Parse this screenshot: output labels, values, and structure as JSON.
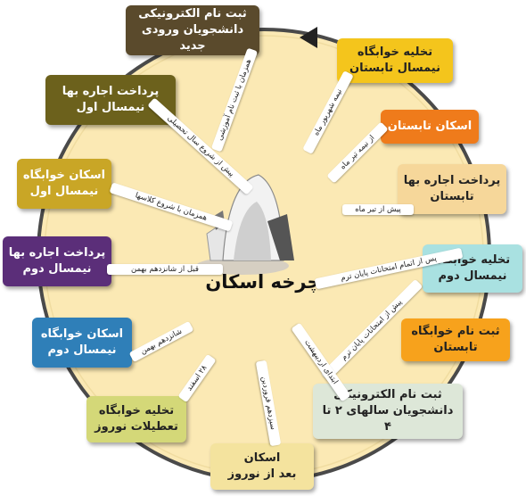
{
  "title": "چرخه اسکان",
  "steps": [
    {
      "label": "ثبت نام الکترونیکی\nدانشجویان ورودی جدید",
      "color": "#5a4a2c",
      "text_color": "#ffffff"
    },
    {
      "label": "تخلیه خوابگاه\nنیمسال تابستان",
      "color": "#f4c51c",
      "text_color": "#222222"
    },
    {
      "label": "اسکان تابستان",
      "color": "#ef7b1b",
      "text_color": "#ffffff"
    },
    {
      "label": "پرداخت اجاره بها\nتابستان",
      "color": "#f6d79a",
      "text_color": "#222222"
    },
    {
      "label": "تخلیه خوابگاه\nنیمسال دوم",
      "color": "#a9e1e1",
      "text_color": "#222222"
    },
    {
      "label": "ثبت نام خوابگاه\nتابستان",
      "color": "#f7a21c",
      "text_color": "#222222"
    },
    {
      "label": "ثبت نام الکترونیکی\nدانشجویان سالهای ۲ تا ۴",
      "color": "#dde7d8",
      "text_color": "#222222"
    },
    {
      "label": "اسکان\nبعد از نوروز",
      "color": "#f4e39e",
      "text_color": "#222222"
    },
    {
      "label": "تخلیه خوابگاه\nتعطیلات نوروز",
      "color": "#d4d878",
      "text_color": "#222222"
    },
    {
      "label": "اسکان خوابگاه\nنیمسال دوم",
      "color": "#2f7fb8",
      "text_color": "#ffffff"
    },
    {
      "label": "پرداخت اجاره بها\nنیمسال دوم",
      "color": "#5b2e79",
      "text_color": "#ffffff"
    },
    {
      "label": "اسکان خوابگاه\nنیمسال اول",
      "color": "#c9a626",
      "text_color": "#ffffff"
    },
    {
      "label": "پرداخت اجاره بها\nنیمسال اول",
      "color": "#6c611c",
      "text_color": "#ffffff"
    }
  ],
  "timings": [
    "همزمان با ثبت نام آموزشی",
    "نیمه شهریور ماه",
    "از نیمه تیر ماه",
    "پیش از تیر ماه",
    "پس از اتمام امتحانات پایان ترم",
    "پیش از امتحانات پایان ترم",
    "ابتدای اردیبهشت",
    "سیزدهم فروردین",
    "۲۸ اسفند",
    "شانزدهم بهمن",
    "قبل از شانزدهم بهمن",
    "همزمان با شروع کلاسها",
    "پیش از شروع سال تحصیلی"
  ],
  "colors": {
    "ring": "#4a4a4a",
    "inner_fill": "#fbe9b4",
    "inner_outline": "#f0dca0"
  }
}
